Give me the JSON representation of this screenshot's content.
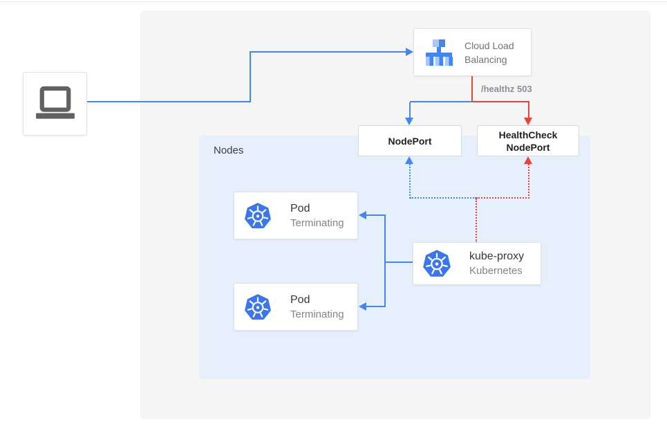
{
  "diagram": {
    "client": {
      "icon": "laptop-icon"
    },
    "cloud_load_balancing": {
      "label": "Cloud Load Balancing",
      "icon": "cloud-load-balancing-icon"
    },
    "healthz_badge": "/healthz 503",
    "nodeport": {
      "label": "NodePort"
    },
    "healthcheck_nodeport": {
      "label": "HealthCheck NodePort"
    },
    "nodes_panel": {
      "label": "Nodes"
    },
    "pods": [
      {
        "title": "Pod",
        "status": "Terminating",
        "icon": "kubernetes-icon"
      },
      {
        "title": "Pod",
        "status": "Terminating",
        "icon": "kubernetes-icon"
      }
    ],
    "kube_proxy": {
      "title": "kube-proxy",
      "subtitle": "Kubernetes",
      "icon": "kubernetes-icon"
    },
    "colors": {
      "edge_blue": "#4285f4",
      "edge_red": "#ea4335",
      "panel_gray": "#f5f5f5",
      "nodes_bg": "#e6f0fc",
      "lb_icon_blue": "#4285f4",
      "lb_icon_light_blue": "#a8c7fa",
      "kubernetes_icon_blue": "#3b76ef",
      "laptop_gray": "#616161",
      "title_text": "#35383b",
      "muted_text": "#7f858b"
    }
  }
}
